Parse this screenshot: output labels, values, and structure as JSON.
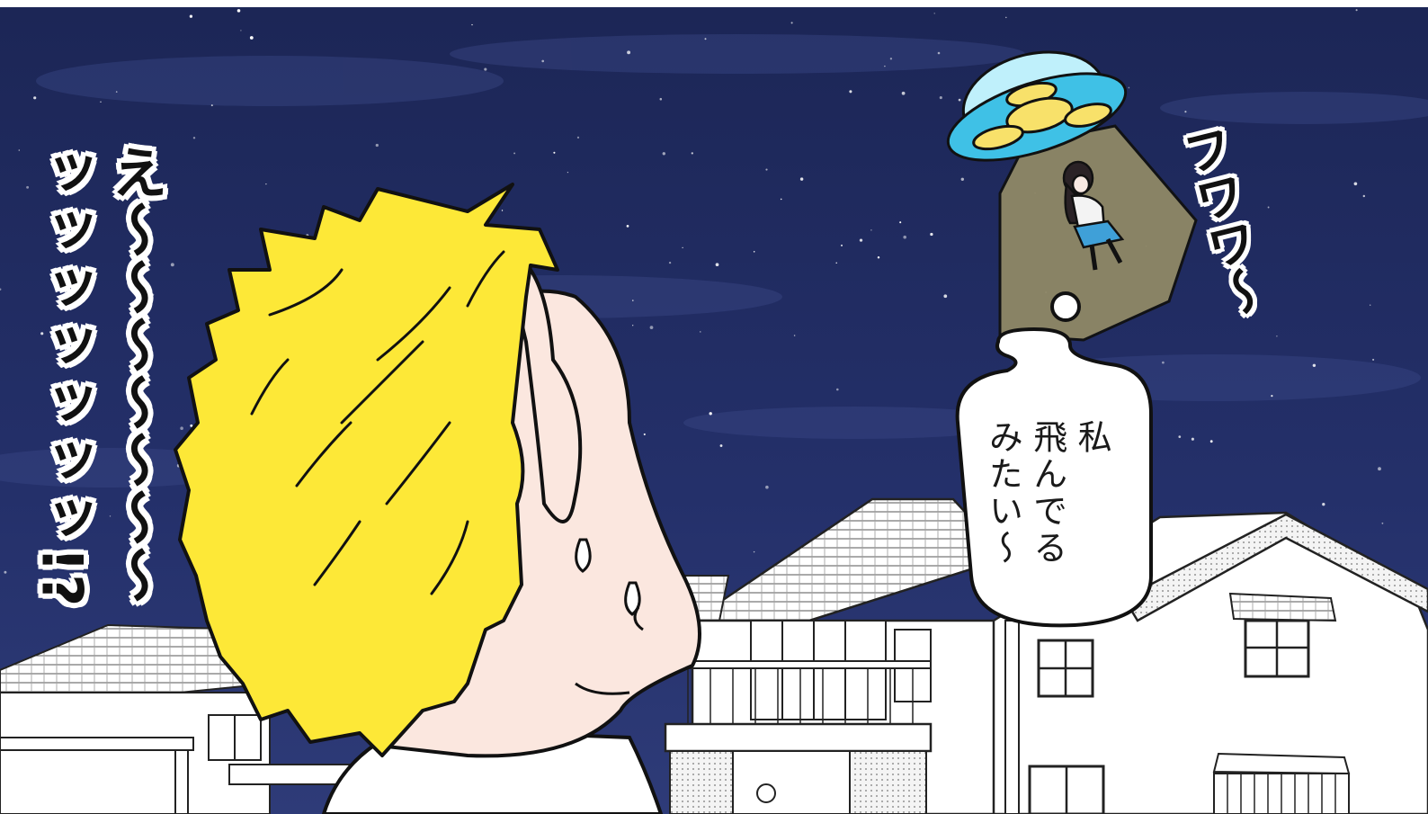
{
  "panel": {
    "shout_text": "え〜〜〜〜〜〜〜\nッッッッッッッ!?",
    "float_sfx": "フワワ〜",
    "speech_bubble_text": "私\n飛んでる\nみたい〜"
  },
  "colors": {
    "night_sky": "#1f2a5c",
    "night_sky_light": "#33407a",
    "hair_yellow": "#fde837",
    "skin": "#fbe7df",
    "ufo_cyan": "#3fc1e6",
    "ufo_lights": "#f8e16a",
    "tractor_beam": "#8f8866",
    "ink": "#111111"
  },
  "icons": [
    "ufo-icon",
    "star-icon"
  ]
}
